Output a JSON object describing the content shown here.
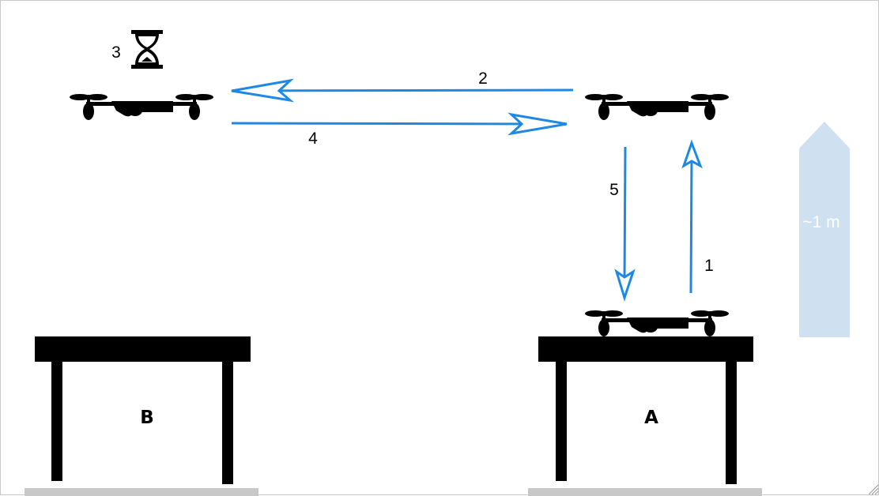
{
  "diagram": {
    "steps": {
      "takeoff": "1",
      "fly_to_b": "2",
      "wait": "3",
      "fly_back": "4",
      "land": "5"
    },
    "tables": {
      "left": "B",
      "right": "A"
    },
    "height_indicator": "~1 m",
    "icons": [
      "drone-icon",
      "hourglass-icon",
      "table-icon",
      "arrow-icon",
      "up-arrow-icon"
    ],
    "colors": {
      "arrow": "#1e88e5",
      "height_arrow": "#cfe0f1",
      "silhouette": "#000000",
      "floor": "#c8c8c8"
    }
  }
}
